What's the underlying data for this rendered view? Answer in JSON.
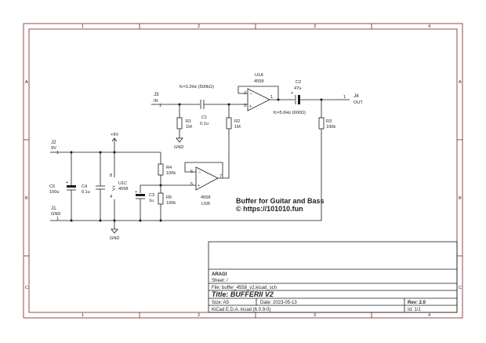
{
  "frame": {
    "cols": [
      "1",
      "2",
      "3",
      "4"
    ],
    "rows": [
      "A",
      "B",
      "C"
    ]
  },
  "components": {
    "j3": {
      "ref": "J3",
      "value": "IN",
      "pin": "1"
    },
    "j4": {
      "ref": "J4",
      "value": "OUT",
      "pin": "1"
    },
    "j2": {
      "ref": "J2",
      "value": "9V",
      "pin": "1"
    },
    "j1": {
      "ref": "J1",
      "value": "GND",
      "pin": "1"
    },
    "r1": {
      "ref": "R1",
      "value": "1M"
    },
    "r2": {
      "ref": "R2",
      "value": "1M"
    },
    "r3": {
      "ref": "R3",
      "value": "100k"
    },
    "r4": {
      "ref": "R4",
      "value": "100k"
    },
    "r5": {
      "ref": "R5",
      "value": "100k"
    },
    "c1": {
      "ref": "C1",
      "value": "0.1u"
    },
    "c2": {
      "ref": "C2",
      "value": "47u"
    },
    "c3": {
      "ref": "C3",
      "value": "1u"
    },
    "c4": {
      "ref": "C4",
      "value": "0.1u"
    },
    "c5": {
      "ref": "C5",
      "value": "100u"
    },
    "u1a": {
      "ref": "U1A",
      "value": "4558",
      "pin_plus": "3",
      "pin_minus": "2",
      "pin_out": "1"
    },
    "u1b": {
      "ref": "U1B",
      "value": "4558",
      "pin_plus": "5",
      "pin_minus": "6",
      "pin_out": "7"
    },
    "u1c": {
      "ref": "U1C",
      "value": "4558",
      "pin_vp": "8",
      "pin_vm": "4",
      "vlabel": "V+"
    }
  },
  "power": {
    "vcc": "+9V",
    "gnd": "GND",
    "gnd2": "GND"
  },
  "notes": {
    "fc1": "fc=3.2Hz (500kΩ)",
    "fc2": "fc=5.6Hz (600Ω)",
    "headline": "Buffer for Guitar and Bass",
    "url": "© https://101010.fun"
  },
  "title_block": {
    "company": "ARAGI",
    "sheet": "Sheet: /",
    "file": "File: buffer_4558_v2.kicad_sch",
    "title": "Title: BUFFERII V2",
    "size": "Size: A5",
    "date": "Date: 2023-05-13",
    "rev": "Rev: 2.0",
    "tool": "KiCad E.D.A.  kicad (6.0.9-0)",
    "id": "Id: 1/1"
  }
}
